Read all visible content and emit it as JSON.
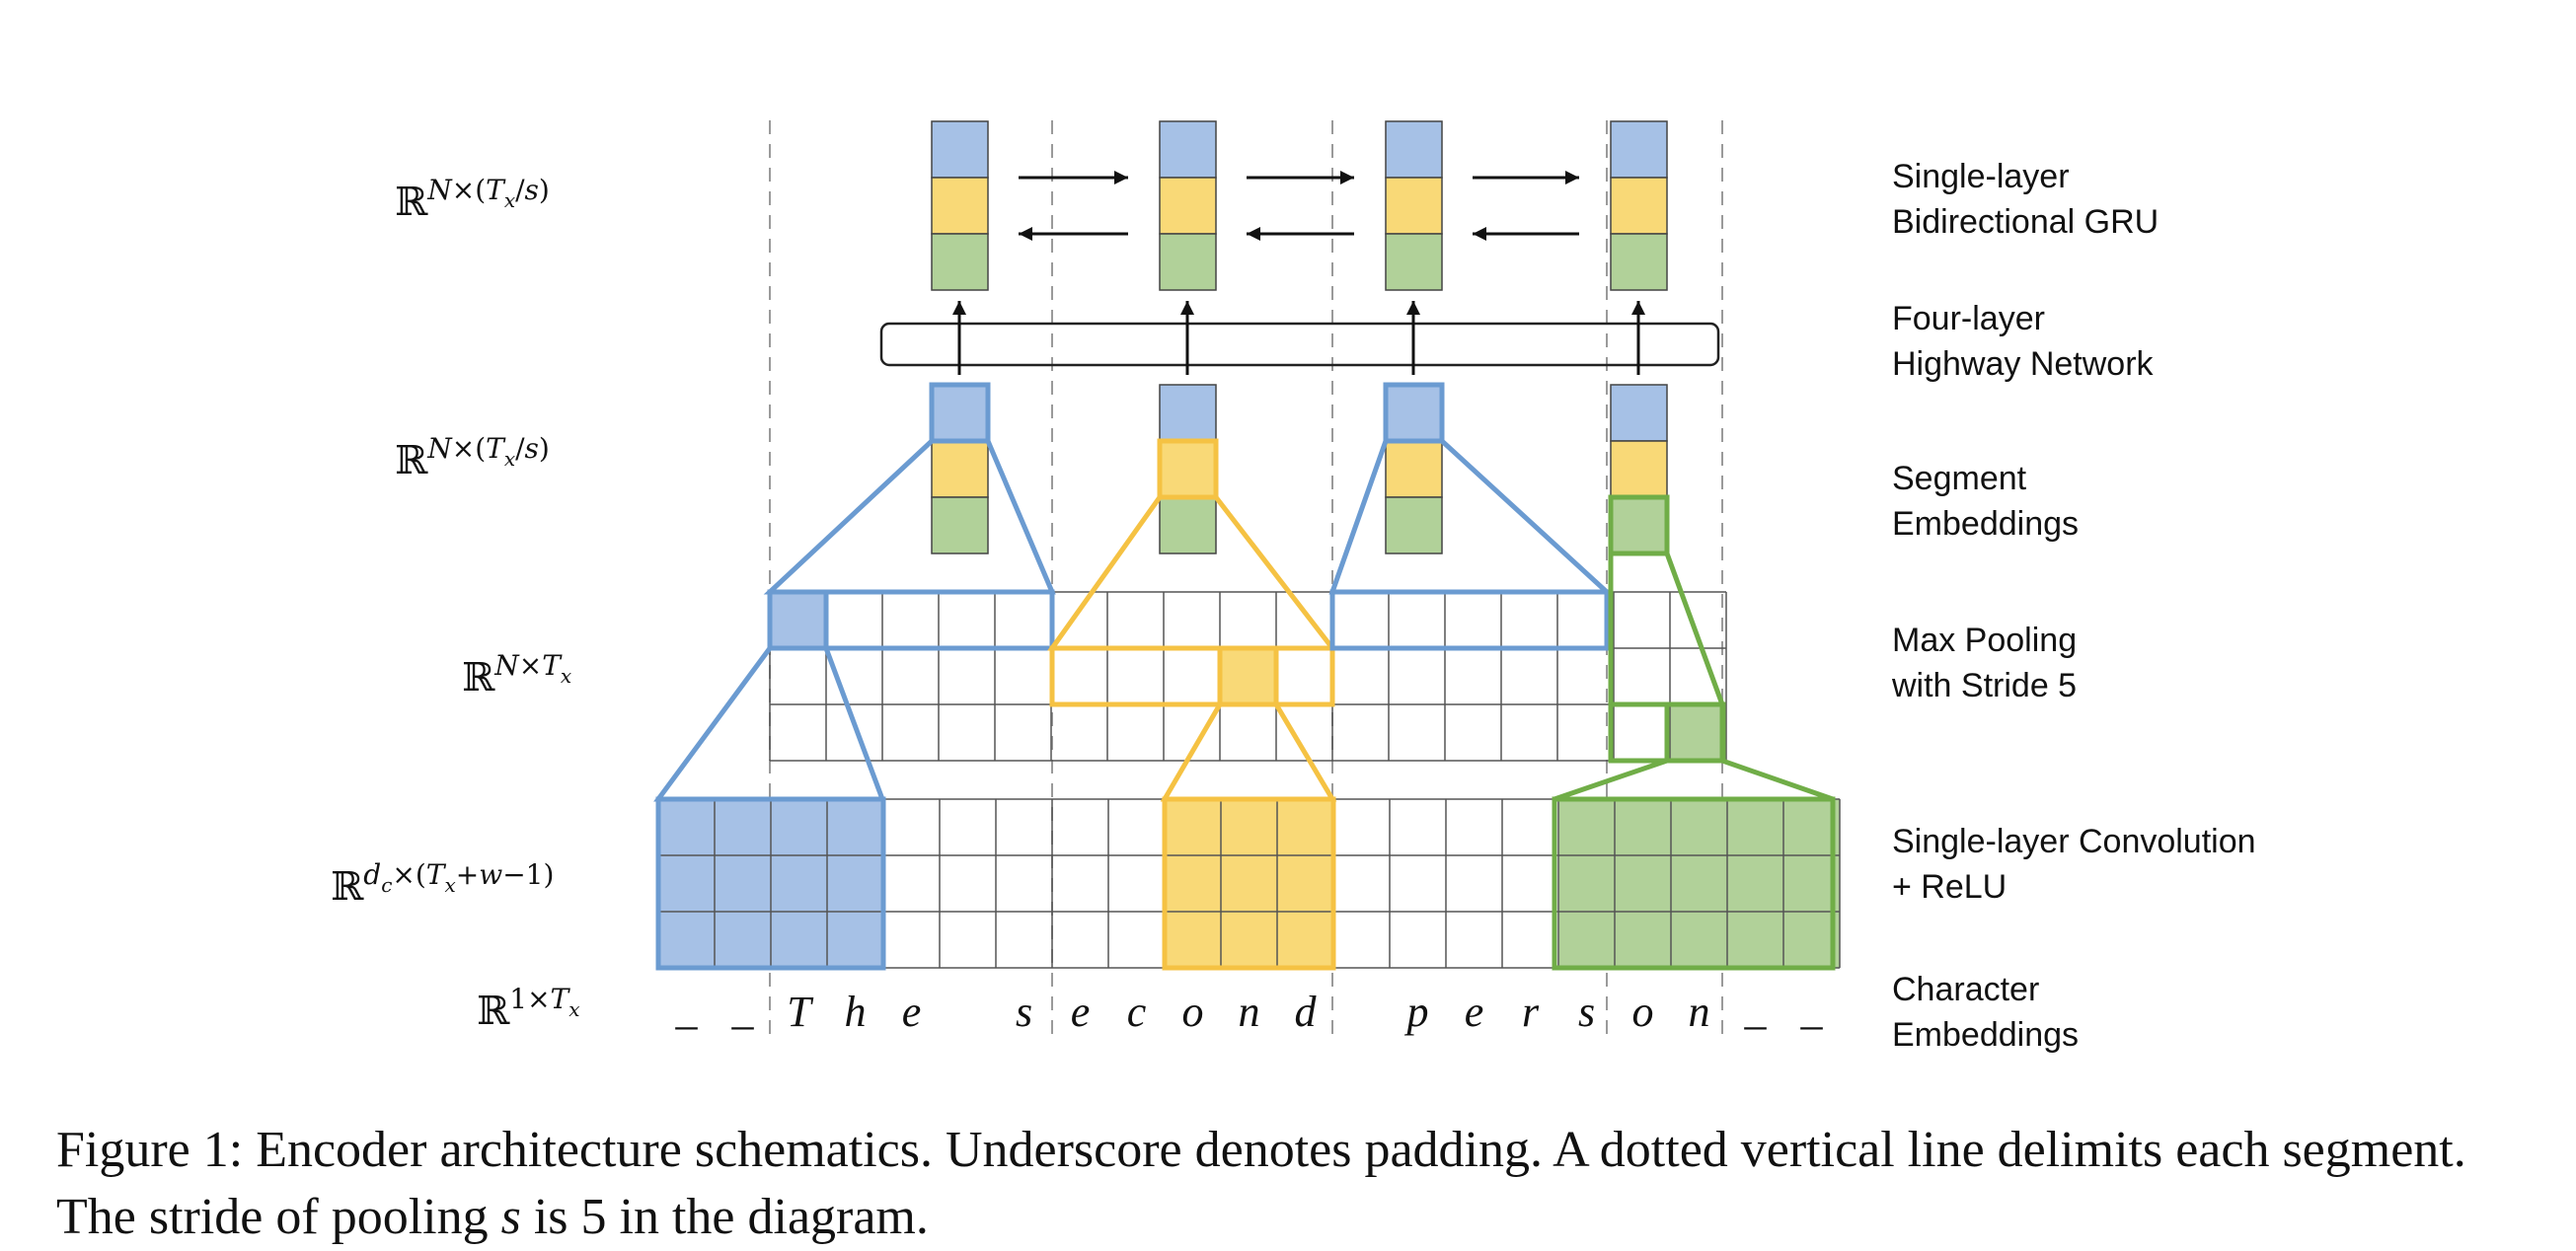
{
  "colors": {
    "blue": "#a6c1e6",
    "blue_stroke": "#6b9bd1",
    "yellow": "#f9d977",
    "yellow_stroke": "#f5c243",
    "green": "#b1d199",
    "green_stroke": "#70ad47",
    "grid_line": "#555555",
    "divider": "#9a9a9a"
  },
  "dimensions": {
    "gru": "ℝ^{N×(T_x/s)}",
    "segment": "ℝ^{N×(T_x/s)}",
    "maxpool": "ℝ^{N×T_x}",
    "conv": "ℝ^{d_c×(T_x+w−1)}",
    "char": "ℝ^{1×T_x}"
  },
  "layers": {
    "gru": [
      "Single-layer",
      "Bidirectional GRU"
    ],
    "highway": [
      "Four-layer",
      "Highway Network"
    ],
    "segment": [
      "Segment",
      "Embeddings"
    ],
    "maxpool": [
      "Max Pooling",
      "with Stride 5"
    ],
    "conv": [
      "Single-layer Convolution",
      "+ ReLU"
    ],
    "char": [
      "Character",
      "Embeddings"
    ]
  },
  "characters": [
    "_",
    "_",
    "T",
    "h",
    "e",
    " ",
    "s",
    "e",
    "c",
    "o",
    "n",
    "d",
    " ",
    "p",
    "e",
    "r",
    "s",
    "o",
    "n",
    "_",
    "_"
  ],
  "caption": {
    "line1": "Figure 1: Encoder architecture schematics. Underscore denotes padding. A dotted vertical line delimits each segment.",
    "line2_pre": "The stride of pooling ",
    "line2_var": "s",
    "line2_post": " is 5 in the diagram."
  }
}
